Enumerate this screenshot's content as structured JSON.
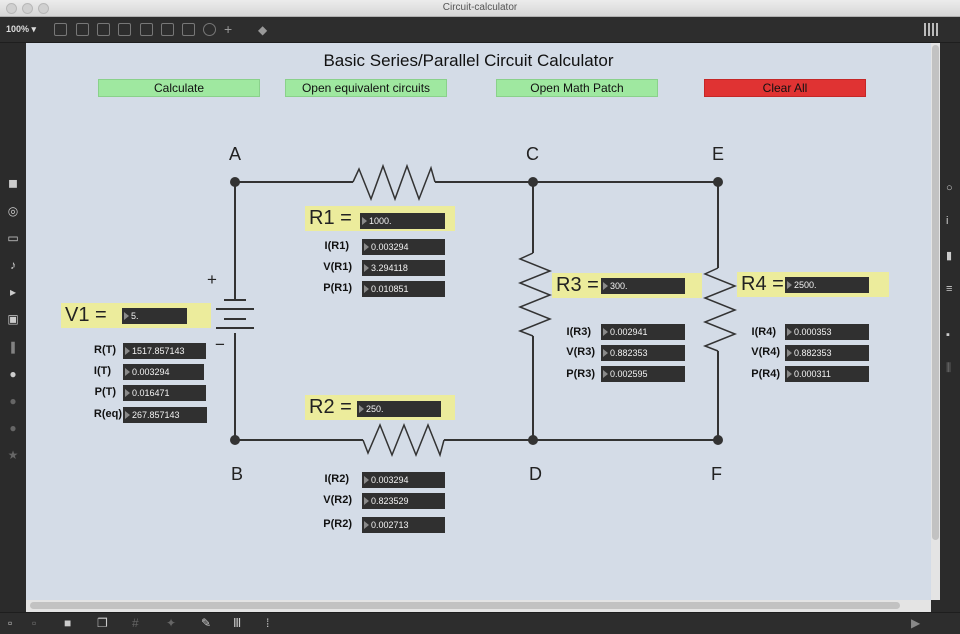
{
  "window": {
    "title": "Circuit-calculator"
  },
  "toolbar": {
    "zoom": "100%"
  },
  "patch": {
    "title": "Basic Series/Parallel Circuit Calculator",
    "buttons": {
      "calculate": "Calculate",
      "open_equivalent": "Open equivalent circuits",
      "open_math": "Open Math Patch",
      "clear_all": "Clear All"
    },
    "nodes": {
      "A": "A",
      "B": "B",
      "C": "C",
      "D": "D",
      "E": "E",
      "F": "F"
    },
    "battery": {
      "plus": "+",
      "minus": "−"
    },
    "source": {
      "label": "V1 =",
      "value": "5.",
      "rt_label": "R(T)",
      "rt": "1517.857143",
      "it_label": "I(T)",
      "it": "0.003294",
      "pt_label": "P(T)",
      "pt": "0.016471",
      "req_label": "R(eq)",
      "req": "267.857143"
    },
    "r1": {
      "label": "R1 =",
      "value": "1000.",
      "i_label": "I(R1)",
      "i": "0.003294",
      "v_label": "V(R1)",
      "v": "3.294118",
      "p_label": "P(R1)",
      "p": "0.010851"
    },
    "r2": {
      "label": "R2 =",
      "value": "250.",
      "i_label": "I(R2)",
      "i": "0.003294",
      "v_label": "V(R2)",
      "v": "0.823529",
      "p_label": "P(R2)",
      "p": "0.002713"
    },
    "r3": {
      "label": "R3 =",
      "value": "300.",
      "i_label": "I(R3)",
      "i": "0.002941",
      "v_label": "V(R3)",
      "v": "0.882353",
      "p_label": "P(R3)",
      "p": "0.002595"
    },
    "r4": {
      "label": "R4 =",
      "value": "2500.",
      "i_label": "I(R4)",
      "i": "0.000353",
      "v_label": "V(R4)",
      "v": "0.882353",
      "p_label": "P(R4)",
      "p": "0.000311"
    }
  },
  "icons": {
    "left_sidebar": [
      "cube-icon",
      "circle-target-icon",
      "panel-icon",
      "music-note-icon",
      "step-icon",
      "image-icon",
      "paperclip-icon",
      "plug-icon",
      "v-badge-icon",
      "o-badge-icon",
      "star-icon"
    ],
    "bottom_bar": [
      "lock-icon",
      "presentation-icon",
      "square-icon",
      "copy-icon",
      "grid-icon",
      "wand-icon",
      "wrench-icon",
      "columns-icon",
      "dots-grid-icon",
      "play-icon"
    ]
  },
  "colors": {
    "button_green": "#9fe8a0",
    "button_red": "#e03333",
    "label_yellow": "#ecec9c",
    "canvas_bg": "#d4dce7"
  }
}
